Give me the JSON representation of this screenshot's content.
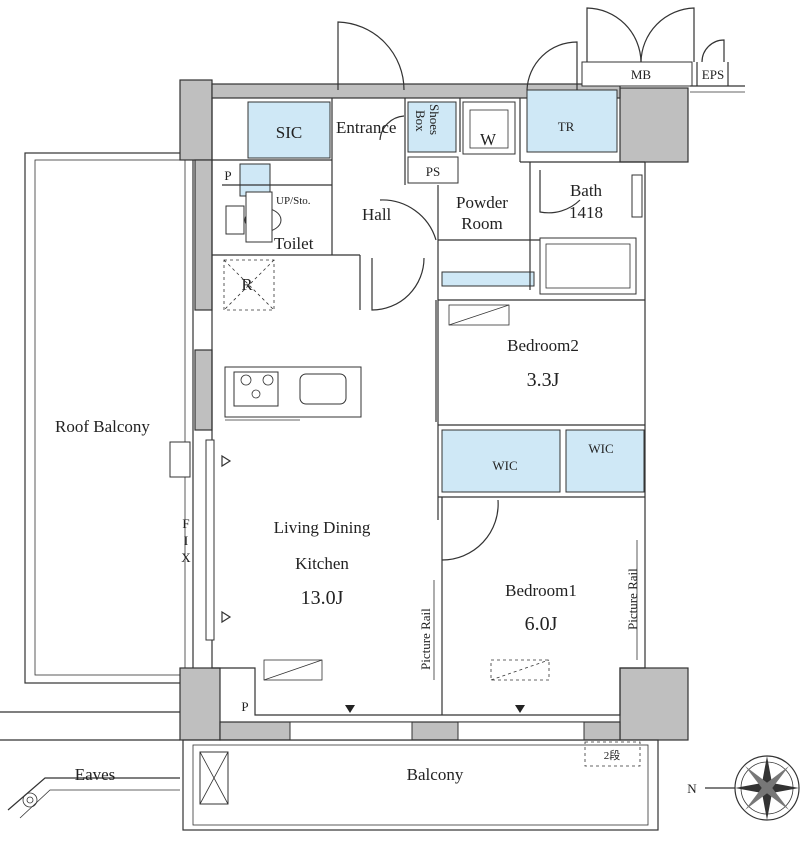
{
  "rooms": {
    "roof_balcony": "Roof Balcony",
    "sic": "SIC",
    "entrance": "Entrance",
    "shoes_box_1": "Shoes",
    "shoes_box_2": "Box",
    "washer": "W",
    "tr": "TR",
    "mb": "MB",
    "eps": "EPS",
    "ps": "PS",
    "p_top": "P",
    "up_sto": "UP/Sto.",
    "toilet": "Toilet",
    "hall": "Hall",
    "powder_room_1": "Powder",
    "powder_room_2": "Room",
    "bath": "Bath",
    "bath_size": "1418",
    "refrigerator": "R",
    "bedroom2": "Bedroom2",
    "bedroom2_size": "3.3J",
    "wic_1": "WIC",
    "wic_2": "WIC",
    "ldk_1": "Living Dining",
    "ldk_2": "Kitchen",
    "ldk_size": "13.0J",
    "bedroom1": "Bedroom1",
    "bedroom1_size": "6.0J",
    "picture_rail_1": "Picture Rail",
    "picture_rail_2": "Picture Rail",
    "fix_1": "F",
    "fix_2": "I",
    "fix_3": "X",
    "p_bottom": "P",
    "eaves": "Eaves",
    "balcony": "Balcony",
    "step": "2段"
  },
  "compass": {
    "north": "N"
  },
  "colors": {
    "wall": "#bfbfbf",
    "storage": "#cfe8f6"
  }
}
